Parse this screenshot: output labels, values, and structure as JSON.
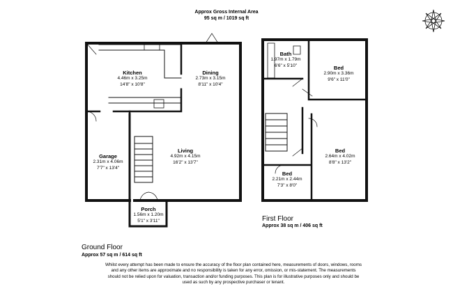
{
  "header": {
    "title": "Approx Gross Internal Area",
    "area": "95 sq m / 1019 sq ft"
  },
  "ground_floor": {
    "name": "Ground Floor",
    "area": "Approx 57 sq m / 614 sq ft",
    "rooms": [
      {
        "name": "Kitchen",
        "dim1": "4.46m x 3.25m",
        "dim2": "14'8\" x 10'8\""
      },
      {
        "name": "Dining",
        "dim1": "2.73m x 3.15m",
        "dim2": "8'11\" x 10'4\""
      },
      {
        "name": "Garage",
        "dim1": "2.31m x 4.06m",
        "dim2": "7'7\" x 13'4\""
      },
      {
        "name": "Living",
        "dim1": "4.92m x 4.15m",
        "dim2": "16'2\" x 13'7\""
      },
      {
        "name": "Porch",
        "dim1": "1.56m x 1.20m",
        "dim2": "5'1\" x 3'11\""
      }
    ]
  },
  "first_floor": {
    "name": "First Floor",
    "area": "Approx 38 sq m / 406 sq ft",
    "rooms": [
      {
        "name": "Bath",
        "dim1": "1.97m x 1.79m",
        "dim2": "6'6\" x 5'10\""
      },
      {
        "name": "Bed",
        "dim1": "2.90m x 3.36m",
        "dim2": "9'6\" x 11'0\""
      },
      {
        "name": "Bed",
        "dim1": "2.64m x 4.02m",
        "dim2": "8'8\" x 13'2\""
      },
      {
        "name": "Bed",
        "dim1": "2.21m x 2.44m",
        "dim2": "7'3\" x 8'0\""
      }
    ]
  },
  "compass": {
    "icon": "compass-rose-icon"
  },
  "disclaimer": "Whilst every attempt has been made to ensure the accuracy of the floor plan contained here, measurements of doors, windows, rooms and any other items are approximate and no responsibility is taken for any error, omission, or mis-statement. The measurements should not be relied upon for valuation, transaction and/or funding purposes. This plan is for illustrative purposes only and should be used as such by any prospective purchaser or tenant."
}
